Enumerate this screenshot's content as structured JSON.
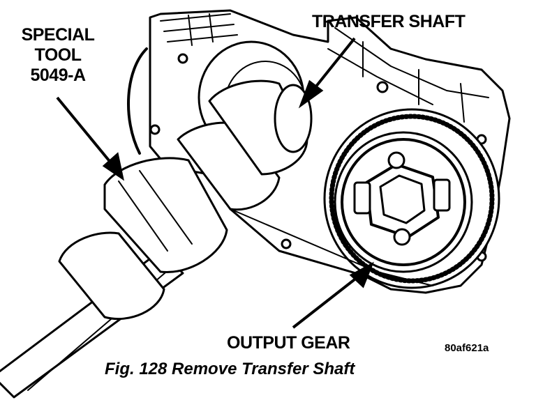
{
  "labels": {
    "special_tool": [
      "SPECIAL",
      "TOOL",
      "5049-A"
    ],
    "transfer_shaft": "TRANSFER SHAFT",
    "output_gear": "OUTPUT GEAR"
  },
  "figure_code": "80af621a",
  "caption": "Fig. 128 Remove Transfer Shaft"
}
